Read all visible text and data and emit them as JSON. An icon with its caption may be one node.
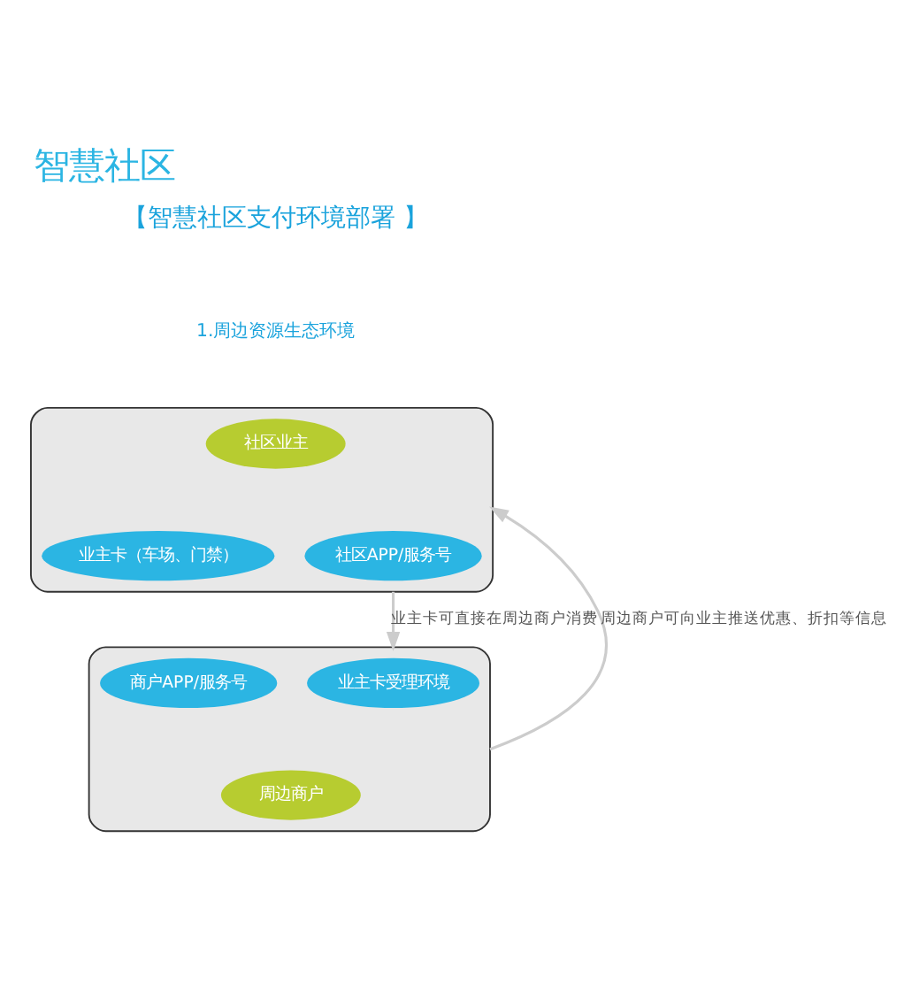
{
  "diagram": {
    "title": "智慧社区",
    "nodes": [
      {
        "text": [],
        "shape": "ellipse"
      },
      {
        "text": [
          "社区业主"
        ],
        "in": 0
      },
      {
        "text": [
          "业主卡（车场、门禁）"
        ],
        "in": 0
      },
      {
        "text": [
          "社区APP/服务号"
        ],
        "in": 0
      },
      {
        "text": [],
        "shape": "ellipse"
      },
      {
        "text": [
          "业主卡受理环境"
        ],
        "in": 4
      },
      {
        "text": [
          "商户APP/服务号"
        ],
        "in": 4
      },
      {
        "text": [
          "周边商户"
        ],
        "in": 4
      }
    ],
    "edges": [
      {
        "from": 0,
        "to": 4,
        "arrow": "to",
        "label": "业主卡可直接在周边商户消费"
      },
      {
        "from": 4,
        "to": 0,
        "arrow": "to",
        "label": "周边商户可向业主推送优惠、折扣等信息"
      }
    ],
    "labels": [
      "【智慧社区支付环境部署 】",
      "1.周边资源生态环境"
    ]
  }
}
